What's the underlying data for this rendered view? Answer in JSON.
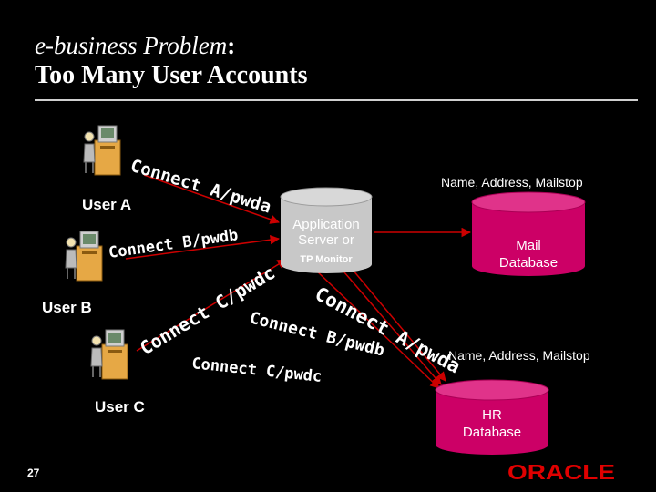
{
  "title": {
    "line1_italic": "e-business Problem",
    "line1_colon": ":",
    "line2": "Too Many User Accounts"
  },
  "users": [
    {
      "label": "User A"
    },
    {
      "label": "User B"
    },
    {
      "label": "User C"
    }
  ],
  "connections": [
    {
      "label": "Connect A/pwda"
    },
    {
      "label": "Connect B/pwdb"
    },
    {
      "label": "Connect C/pwdc"
    },
    {
      "label": "Connect A/pwda"
    },
    {
      "label": "Connect B/pwdb"
    },
    {
      "label": "Connect C/pwdc"
    }
  ],
  "app_server": {
    "line1": "Application",
    "line2": "Server or",
    "line3": "TP Monitor"
  },
  "mail_db": {
    "line1": "Mail",
    "line2": "Database",
    "caption": "Name, Address, Mailstop"
  },
  "hr_db": {
    "line1": "HR",
    "line2": "Database",
    "caption": "Name, Address, Mailstop"
  },
  "page_number": "27",
  "logo_text": "ORACLE",
  "colors": {
    "background": "#000000",
    "arrow": "#cc0000",
    "database": "#cc0066",
    "server": "#c8c8c8",
    "text": "#ffffff",
    "logo": "#e00000"
  }
}
